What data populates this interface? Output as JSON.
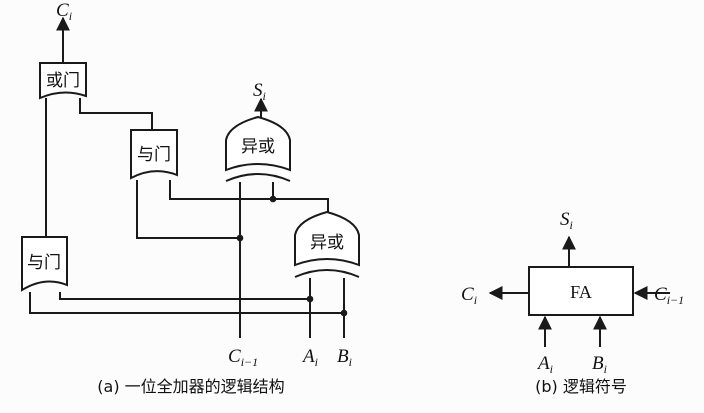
{
  "circuit": {
    "or_gate_label": "或门",
    "and_gate_top_label": "与门",
    "and_gate_bottom_label": "与门",
    "xor_gate_top_label": "异或",
    "xor_gate_bottom_label": "异或",
    "output_carry": {
      "base": "C",
      "sub": "i"
    },
    "output_sum": {
      "base": "S",
      "sub": "i"
    },
    "input_carry": {
      "base": "C",
      "sub": "i−1"
    },
    "input_a": {
      "base": "A",
      "sub": "i"
    },
    "input_b": {
      "base": "B",
      "sub": "i"
    },
    "caption": "(a) 一位全加器的逻辑结构"
  },
  "symbol": {
    "box_label": "FA",
    "output_sum": {
      "base": "S",
      "sub": "i"
    },
    "output_carry": {
      "base": "C",
      "sub": "i"
    },
    "input_carry": {
      "base": "C",
      "sub": "i−1"
    },
    "input_a": {
      "base": "A",
      "sub": "i"
    },
    "input_b": {
      "base": "B",
      "sub": "i"
    },
    "caption": "(b) 逻辑符号"
  }
}
